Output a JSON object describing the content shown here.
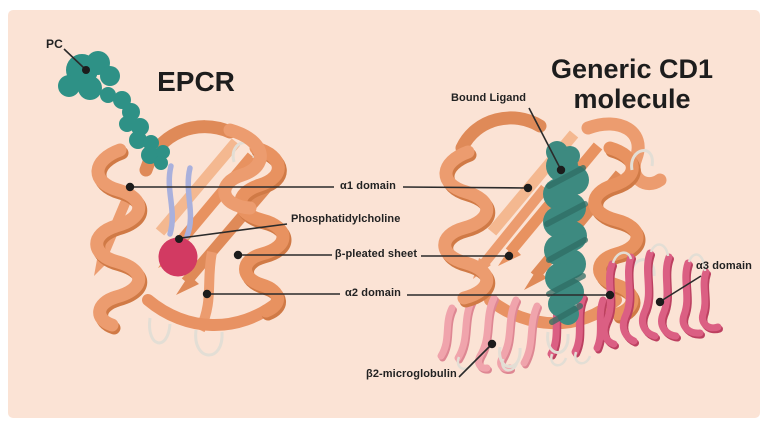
{
  "figure": {
    "left_molecule": {
      "title": "EPCR",
      "labels": {
        "pc": "PC",
        "phosphatidylcholine": "Phosphatidylcholine"
      }
    },
    "right_molecule": {
      "title": "Generic CD1 molecule",
      "labels": {
        "bound_ligand": "Bound Ligand",
        "alpha3_domain": "α3 domain",
        "beta2_microglobulin": "β2-microglobulin"
      }
    },
    "shared_labels": {
      "alpha1_domain": "α1 domain",
      "beta_pleated_sheet": "β-pleated sheet",
      "alpha2_domain": "α2 domain"
    },
    "colors": {
      "background_panel": "#FBE3D5",
      "canvas": "#FFFFFF",
      "ribbon_orange_light": "#F4B890",
      "ribbon_orange_main": "#EC9C6F",
      "ribbon_orange_mid": "#DF8A58",
      "ribbon_orange_dark": "#D07A46",
      "protein_c_teal": "#2E9186",
      "bound_ligand_teal": "#3D8A80",
      "ligand_stripe_teal": "#2F6D64",
      "phospholipid_tail_blue": "#A9B0DC",
      "phosphatidylcholine_head_pink": "#D23A62",
      "alpha3_magenta": "#DB5F83",
      "beta2_microglobulin_pink": "#F0A4AC",
      "loop_white": "#E3DED5",
      "leader_line_ink": "#2B2B2B",
      "label_ink": "#222222"
    }
  }
}
